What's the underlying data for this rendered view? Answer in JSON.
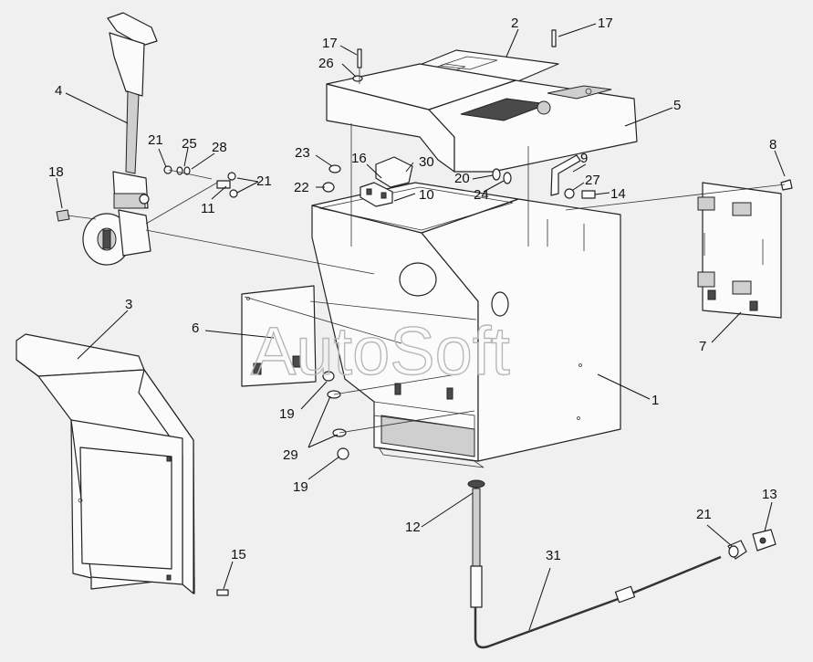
{
  "watermark": "AutoSoft",
  "callouts": [
    "1",
    "2",
    "3",
    "4",
    "5",
    "6",
    "7",
    "8",
    "9",
    "10",
    "11",
    "12",
    "13",
    "14",
    "15",
    "16",
    "17",
    "17",
    "18",
    "19",
    "19",
    "20",
    "21",
    "21",
    "21",
    "22",
    "23",
    "24",
    "25",
    "26",
    "27",
    "28",
    "29",
    "30",
    "31"
  ]
}
